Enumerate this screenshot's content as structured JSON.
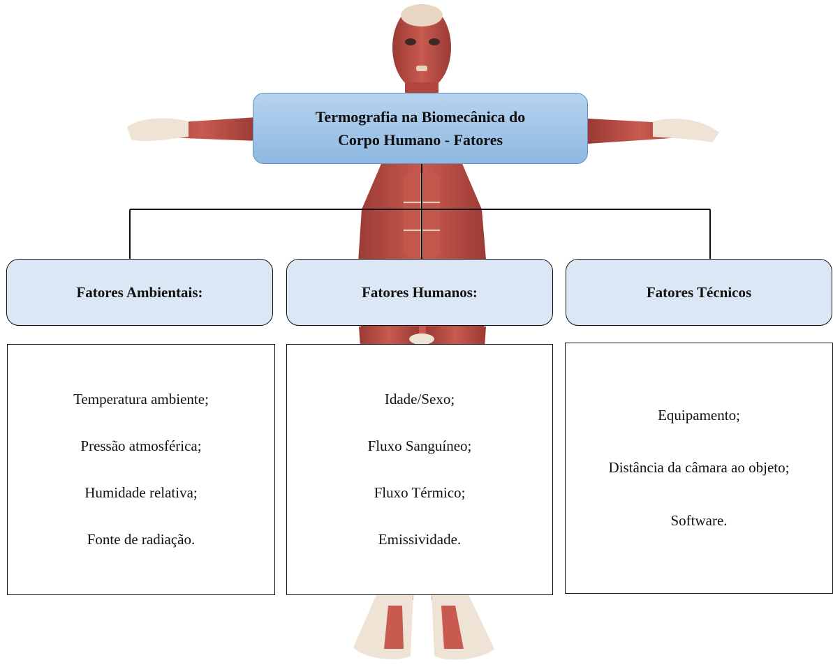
{
  "title": {
    "line1": "Termografia na Biomecânica do",
    "line2": "Corpo Humano - Fatores"
  },
  "categories": [
    {
      "label": "Fatores Ambientais:",
      "items": [
        "Temperatura ambiente;",
        "Pressão atmosférica;",
        "Humidade relativa;",
        "Fonte de radiação."
      ]
    },
    {
      "label": "Fatores Humanos:",
      "items": [
        "Idade/Sexo;",
        "Fluxo Sanguíneo;",
        "Fluxo Térmico;",
        "Emissividade."
      ]
    },
    {
      "label": "Fatores Técnicos",
      "items": [
        "Equipamento;",
        "Distância da câmara ao objeto;",
        "Software."
      ]
    }
  ],
  "colors": {
    "title_fill": "#9dc3e8",
    "title_border": "#5f8fc4",
    "category_fill": "#dbe7f4",
    "connector": "#111111",
    "muscle": "#b4453d",
    "tendon": "#efe6dc"
  }
}
